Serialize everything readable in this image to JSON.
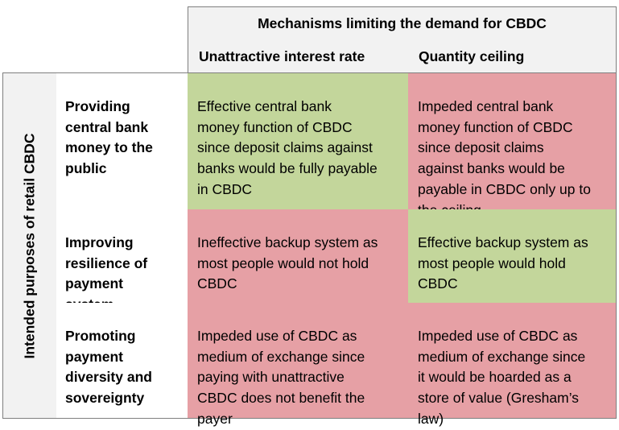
{
  "header": {
    "title": "Mechanisms limiting the demand for CBDC",
    "col1": "Unattractive interest rate",
    "col2": "Quantity ceiling"
  },
  "side_label": "Intended purposes of retail CBDC",
  "rows": [
    {
      "label": "Providing\ncentral bank\nmoney to the\npublic",
      "col1": "Effective central bank\nmoney function of CBDC\nsince deposit claims against\nbanks would be fully payable\nin CBDC",
      "col2": "Impeded central bank\nmoney function of CBDC\nsince deposit claims\nagainst banks would be\npayable in CBDC only up to\nthe ceiling",
      "col1_status": "positive",
      "col2_status": "negative"
    },
    {
      "label": "Improving\nresilience of\npayment\nsystem",
      "col1": "Ineffective backup system as\nmost people would not hold\nCBDC",
      "col2": "Effective backup system as\nmost people would hold\nCBDC",
      "col1_status": "negative",
      "col2_status": "positive"
    },
    {
      "label": "Promoting\npayment\ndiversity and\nsovereignty",
      "col1": "Impeded use of CBDC as\nmedium of exchange since\npaying with unattractive\nCBDC does not benefit the\npayer",
      "col2": "Impeded use of CBDC as\nmedium of exchange since\nit would be hoarded as a\nstore of value (Gresham’s\nlaw)",
      "col1_status": "negative",
      "col2_status": "negative"
    }
  ],
  "colors": {
    "positive": "#c3d69b",
    "negative": "#e6a0a5",
    "header_bg": "#f2f2f2",
    "border": "#7f7f7f"
  }
}
